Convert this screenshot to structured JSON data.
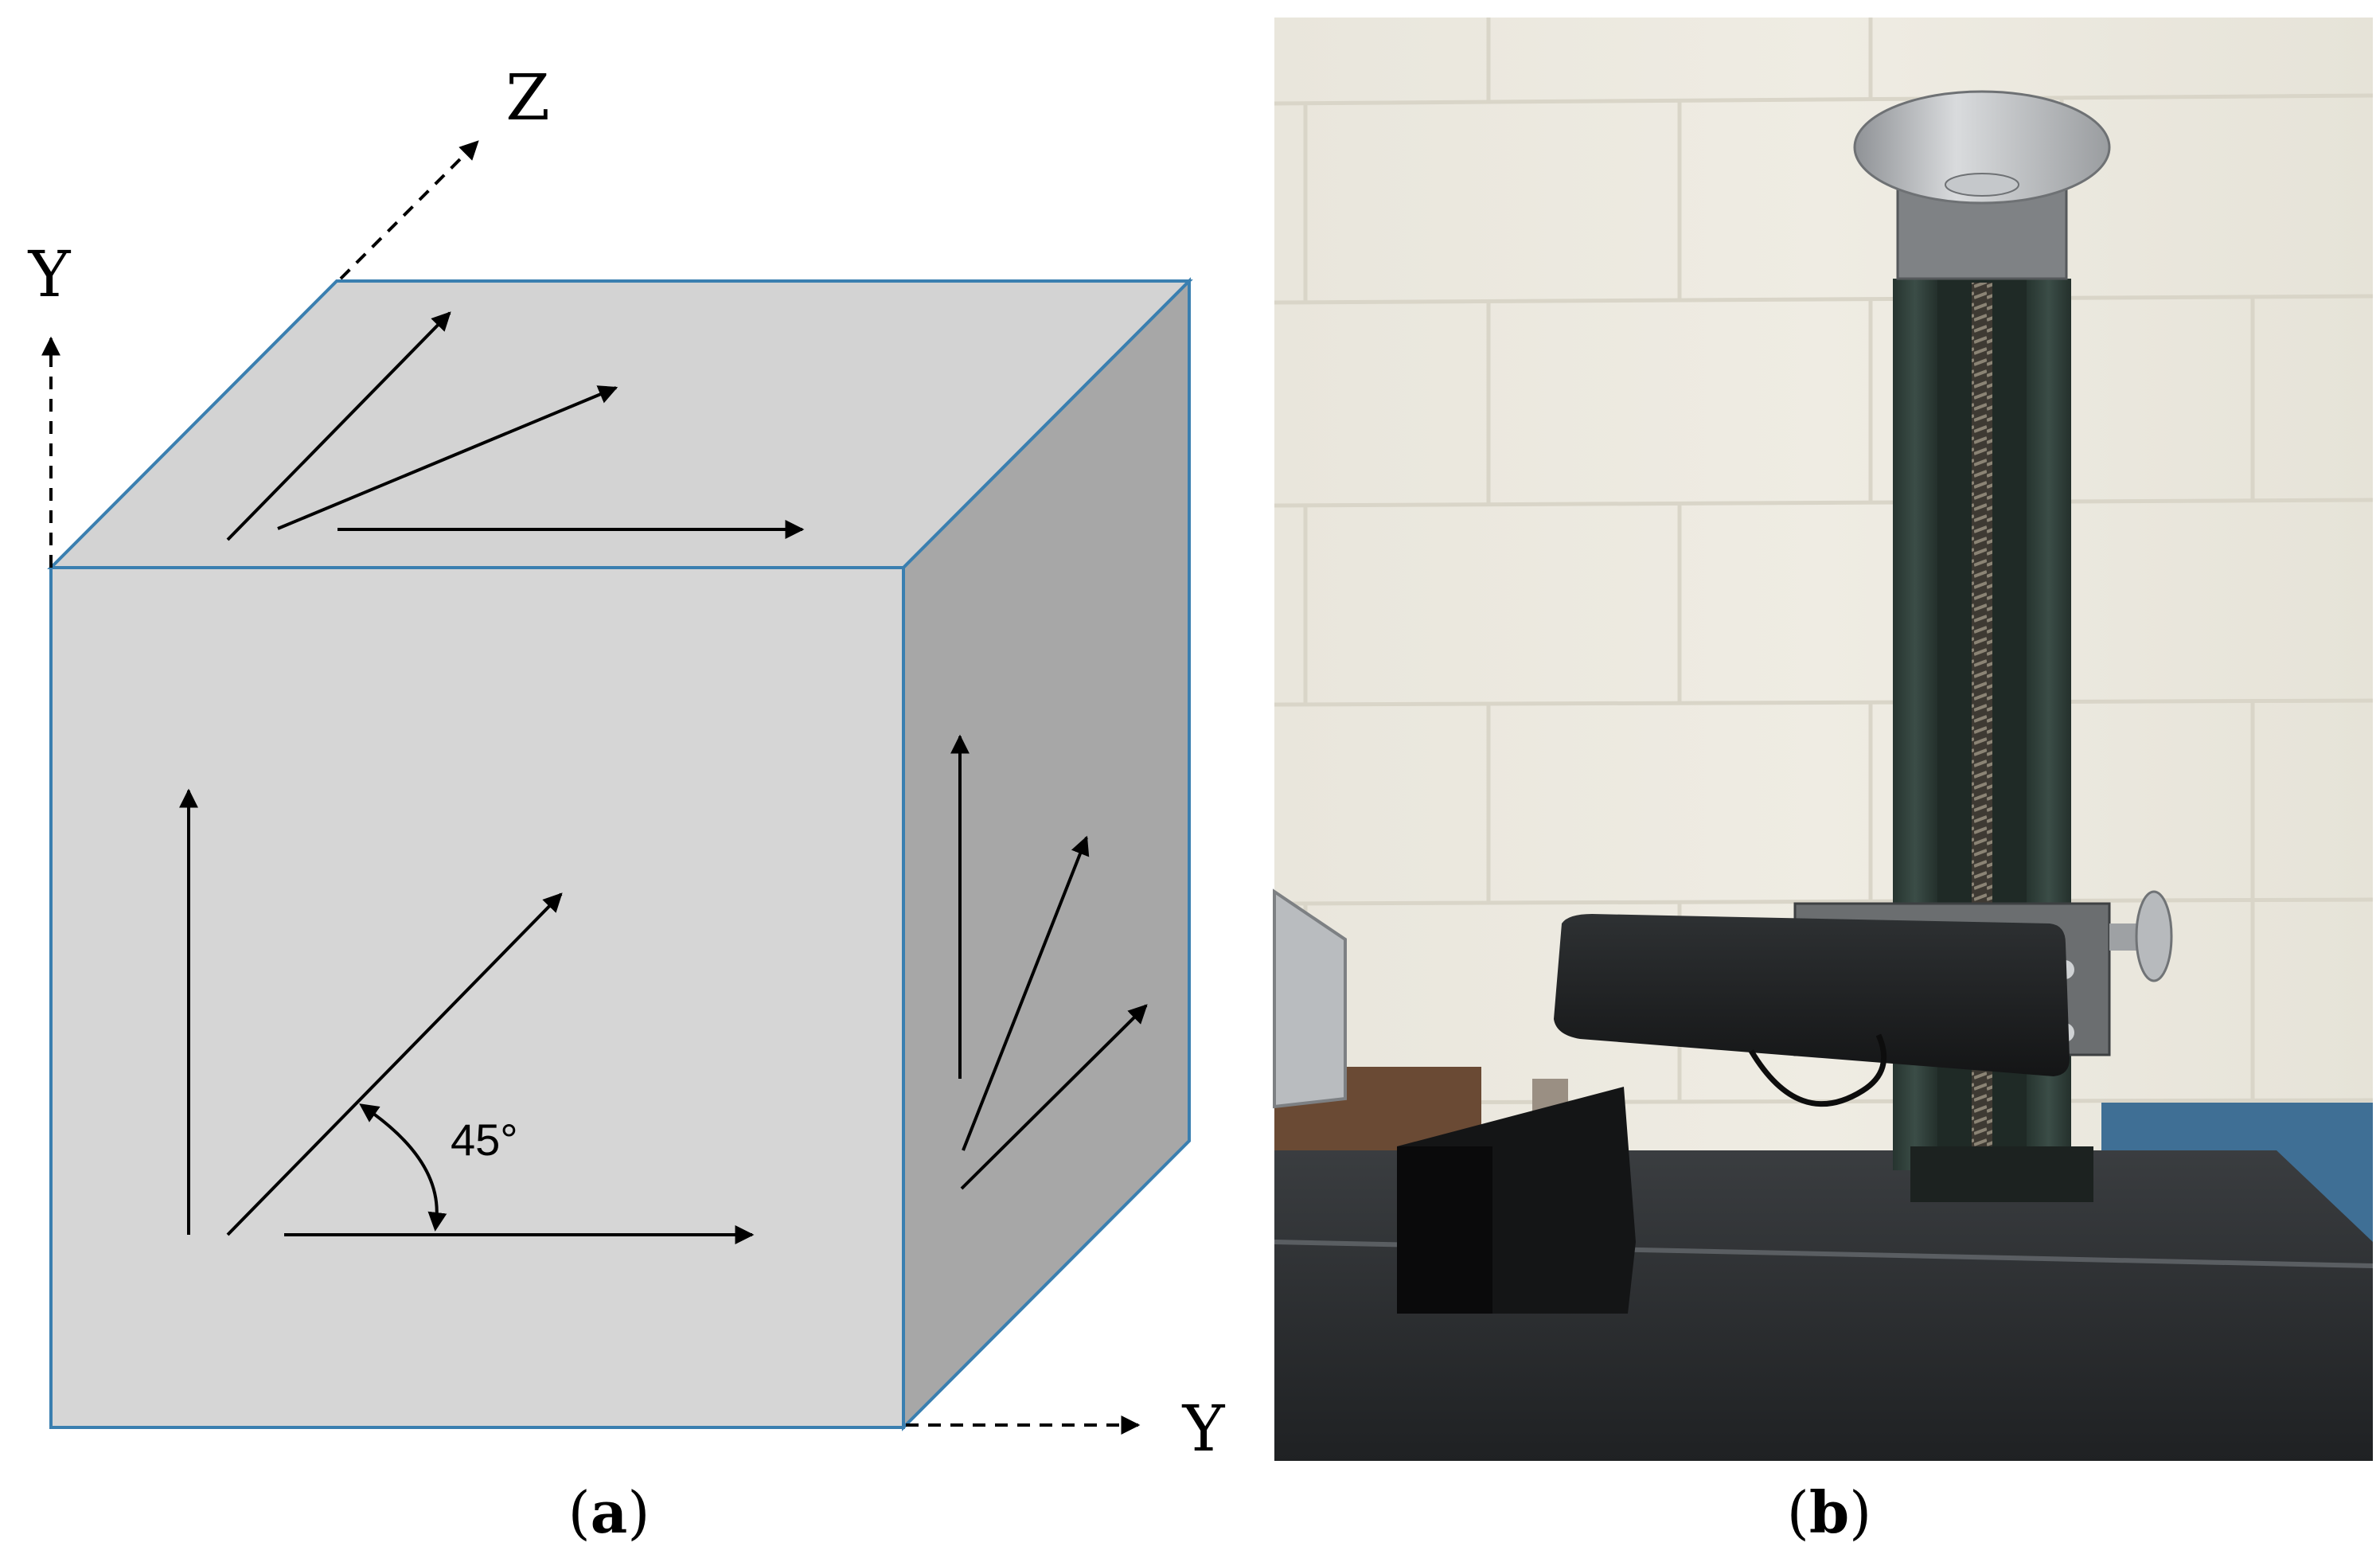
{
  "panel_a": {
    "axis_y_top": "Y",
    "axis_z": "Z",
    "axis_y_right": "Y",
    "angle_label": "45°",
    "caption_open": "(",
    "caption_letter": "a",
    "caption_close": ")"
  },
  "panel_b": {
    "caption_open": "(",
    "caption_letter": "b",
    "caption_close": ")"
  },
  "colors": {
    "cube_edge": "#3a7fb0",
    "front_face": "#d6d6d6",
    "top_face": "#d3d3d3",
    "side_face": "#a7a7a7",
    "arrow": "#000000",
    "wall": "#ece9de",
    "column": "#2c3b35",
    "table": "#2a2c2e"
  }
}
